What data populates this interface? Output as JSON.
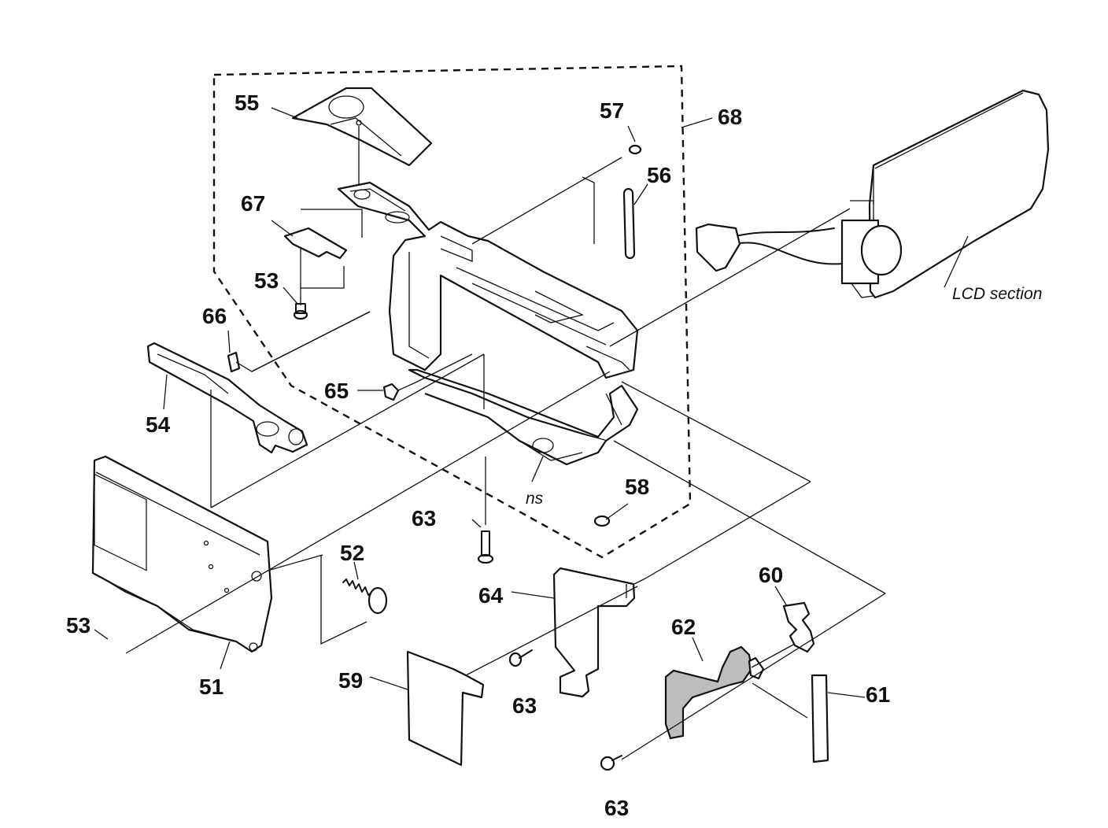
{
  "labels": {
    "p51": "51",
    "p52": "52",
    "p53a": "53",
    "p53b": "53",
    "p54": "54",
    "p55": "55",
    "p56": "56",
    "p57": "57",
    "p58": "58",
    "p59": "59",
    "p60": "60",
    "p61": "61",
    "p62": "62",
    "p63a": "63",
    "p63b": "63",
    "p63c": "63",
    "p64": "64",
    "p65": "65",
    "p66": "66",
    "p67": "67",
    "p68": "68",
    "ns": "ns",
    "lcd": "LCD section"
  }
}
